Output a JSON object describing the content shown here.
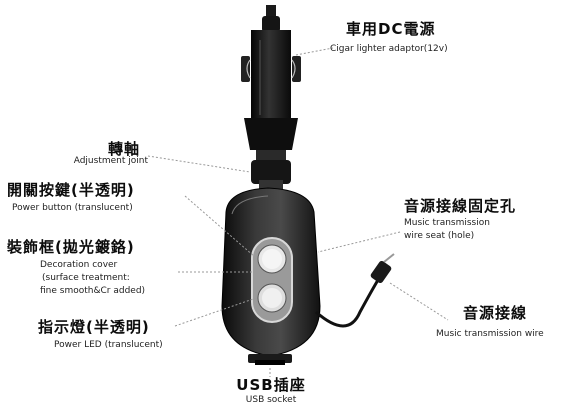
{
  "callouts": {
    "cigar_adaptor": {
      "zh": "車用DC電源",
      "en": "Cigar lighter adaptor(12v)"
    },
    "adjustment_joint": {
      "zh": "轉軸",
      "en": "Adjustment joint"
    },
    "power_button": {
      "zh": "開關按鍵(半透明)",
      "en": "Power button (translucent)"
    },
    "decoration_cover": {
      "zh": "裝飾框(拋光鍍鉻)",
      "en1": "Decoration cover",
      "en2": "(surface treatment:",
      "en3": "fine smooth&Cr added)"
    },
    "power_led": {
      "zh": "指示燈(半透明)",
      "en": "Power LED (translucent)"
    },
    "wire_seat": {
      "zh": "音源接線固定孔",
      "en1": "Music transmission",
      "en2": "wire seat (hole)"
    },
    "music_wire": {
      "zh": "音源接線",
      "en": "Music transmission wire"
    },
    "usb_socket": {
      "zh": "USB插座",
      "en": "USB socket"
    }
  }
}
